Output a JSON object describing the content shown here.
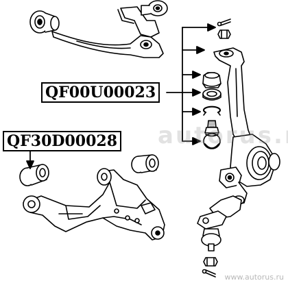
{
  "labels": {
    "upper_part": "QF00U00023",
    "lower_part": "QF30D00028"
  },
  "watermark": {
    "center": "autorus.ru",
    "footer": "www.autorus.ru"
  },
  "colors": {
    "line": "#000000",
    "background": "#ffffff"
  }
}
